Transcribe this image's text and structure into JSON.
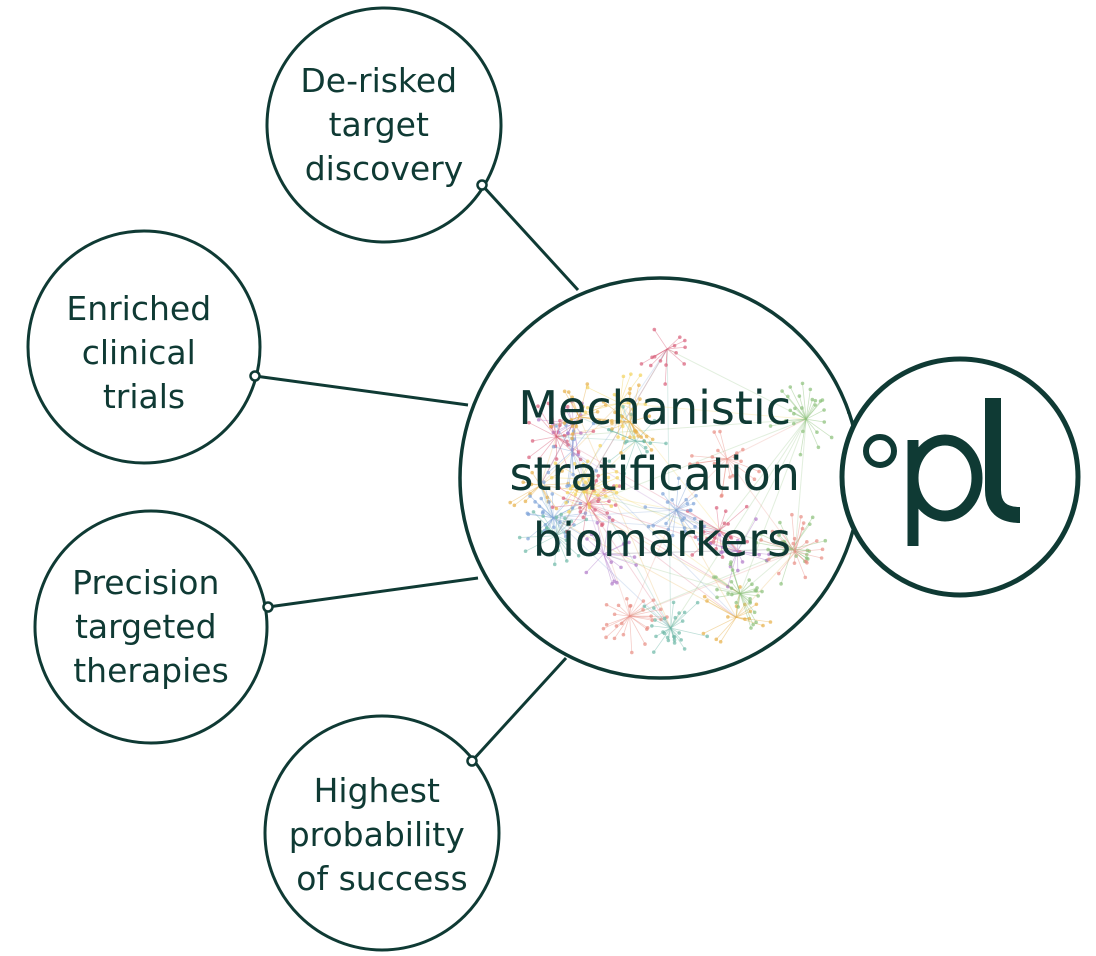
{
  "hub": {
    "lines": [
      "Mechanistic",
      "stratification",
      "biomarkers"
    ]
  },
  "outcomes": [
    {
      "id": "de-risked",
      "lines": [
        "De-risked",
        "target",
        "discovery"
      ]
    },
    {
      "id": "enriched",
      "lines": [
        "Enriched",
        "clinical",
        "trials"
      ]
    },
    {
      "id": "precision",
      "lines": [
        "Precision",
        "targeted",
        "therapies"
      ]
    },
    {
      "id": "highest",
      "lines": [
        "Highest",
        "probability",
        "of success"
      ]
    }
  ],
  "logo": {
    "text": "pl",
    "icon": "ring-dot-logo-icon"
  },
  "colors": {
    "ink": "#0f3a34",
    "network": [
      "#e7b04a",
      "#d9607a",
      "#7fa4d8",
      "#8cc17a",
      "#b07ac9",
      "#e88f84",
      "#6fb9a8",
      "#f2d35c"
    ]
  }
}
